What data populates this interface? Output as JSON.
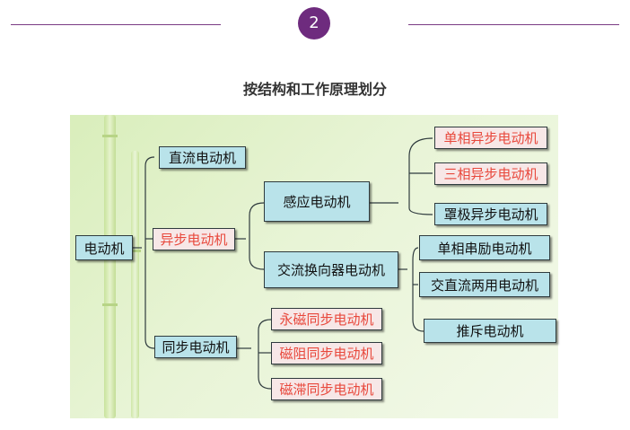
{
  "section_number": "2",
  "title": "按结构和工作原理划分",
  "colors": {
    "accent": "#6e2b7e",
    "box_fill": "#b9e3ea",
    "box_fill_pink": "#f7e7e7",
    "red_text": "#e8483c"
  },
  "tree": {
    "root": "电动机",
    "dc_motor": "直流电动机",
    "async_motor": "异步电动机",
    "sync_motor": "同步电动机",
    "induction_motor": "感应电动机",
    "ac_commutator_motor": "交流换向器电动机",
    "single_phase_async": "单相异步电动机",
    "three_phase_async": "三相异步电动机",
    "shaded_pole_async": "罩极异步电动机",
    "single_phase_series": "单相串励电动机",
    "ac_dc_universal": "交直流两用电动机",
    "repulsion_motor": "推斥电动机",
    "pm_sync": "永磁同步电动机",
    "reluctance_sync": "磁阻同步电动机",
    "hysteresis_sync": "磁滞同步电动机"
  }
}
